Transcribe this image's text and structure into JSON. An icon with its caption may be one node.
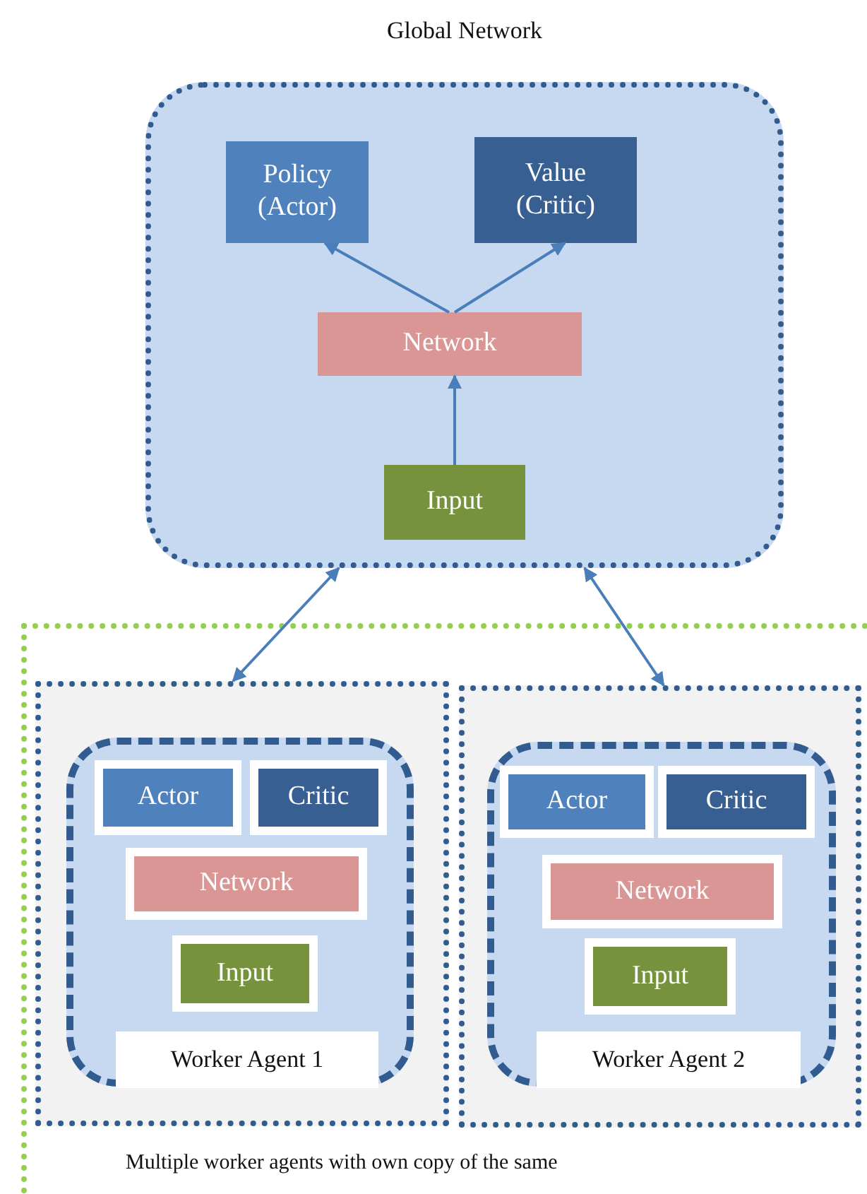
{
  "diagram": {
    "nodes": [
      {
        "text": [
          "Global Network"
        ]
      },
      {
        "text": [
          "Policy (Actor)"
        ],
        "in": 0
      },
      {
        "text": [
          "Value (Critic)"
        ],
        "in": 0
      },
      {
        "text": [
          "Network"
        ],
        "in": 0
      },
      {
        "text": [
          "Input"
        ],
        "in": 0
      },
      {
        "text": [
          "Multiple worker agents with own copy of the same"
        ]
      },
      {
        "text": [],
        "shape": "box",
        "in": 5
      },
      {
        "text": [
          "Worker Agent 1"
        ],
        "in": 6
      },
      {
        "text": [
          "Actor"
        ],
        "in": 7
      },
      {
        "text": [
          "Critic"
        ],
        "in": 7
      },
      {
        "text": [
          "Network"
        ],
        "in": 7
      },
      {
        "text": [
          "Input"
        ],
        "in": 7
      },
      {
        "text": [],
        "shape": "box",
        "in": 5
      },
      {
        "text": [
          "Worker Agent 2"
        ],
        "in": 12
      },
      {
        "text": [
          "Actor"
        ],
        "in": 13
      },
      {
        "text": [
          "Critic"
        ],
        "in": 13
      },
      {
        "text": [
          "Network"
        ],
        "in": 13
      },
      {
        "text": [
          "Input"
        ],
        "in": 13
      }
    ],
    "edges": [
      {
        "from": 0,
        "to": 6,
        "arrow": "both"
      },
      {
        "from": 0,
        "to": 12,
        "arrow": "both"
      },
      {
        "from": 4,
        "to": 3,
        "arrow": "to"
      },
      {
        "from": 3,
        "to": 1,
        "arrow": "to"
      },
      {
        "from": 3,
        "to": 2,
        "arrow": "to"
      }
    ]
  }
}
